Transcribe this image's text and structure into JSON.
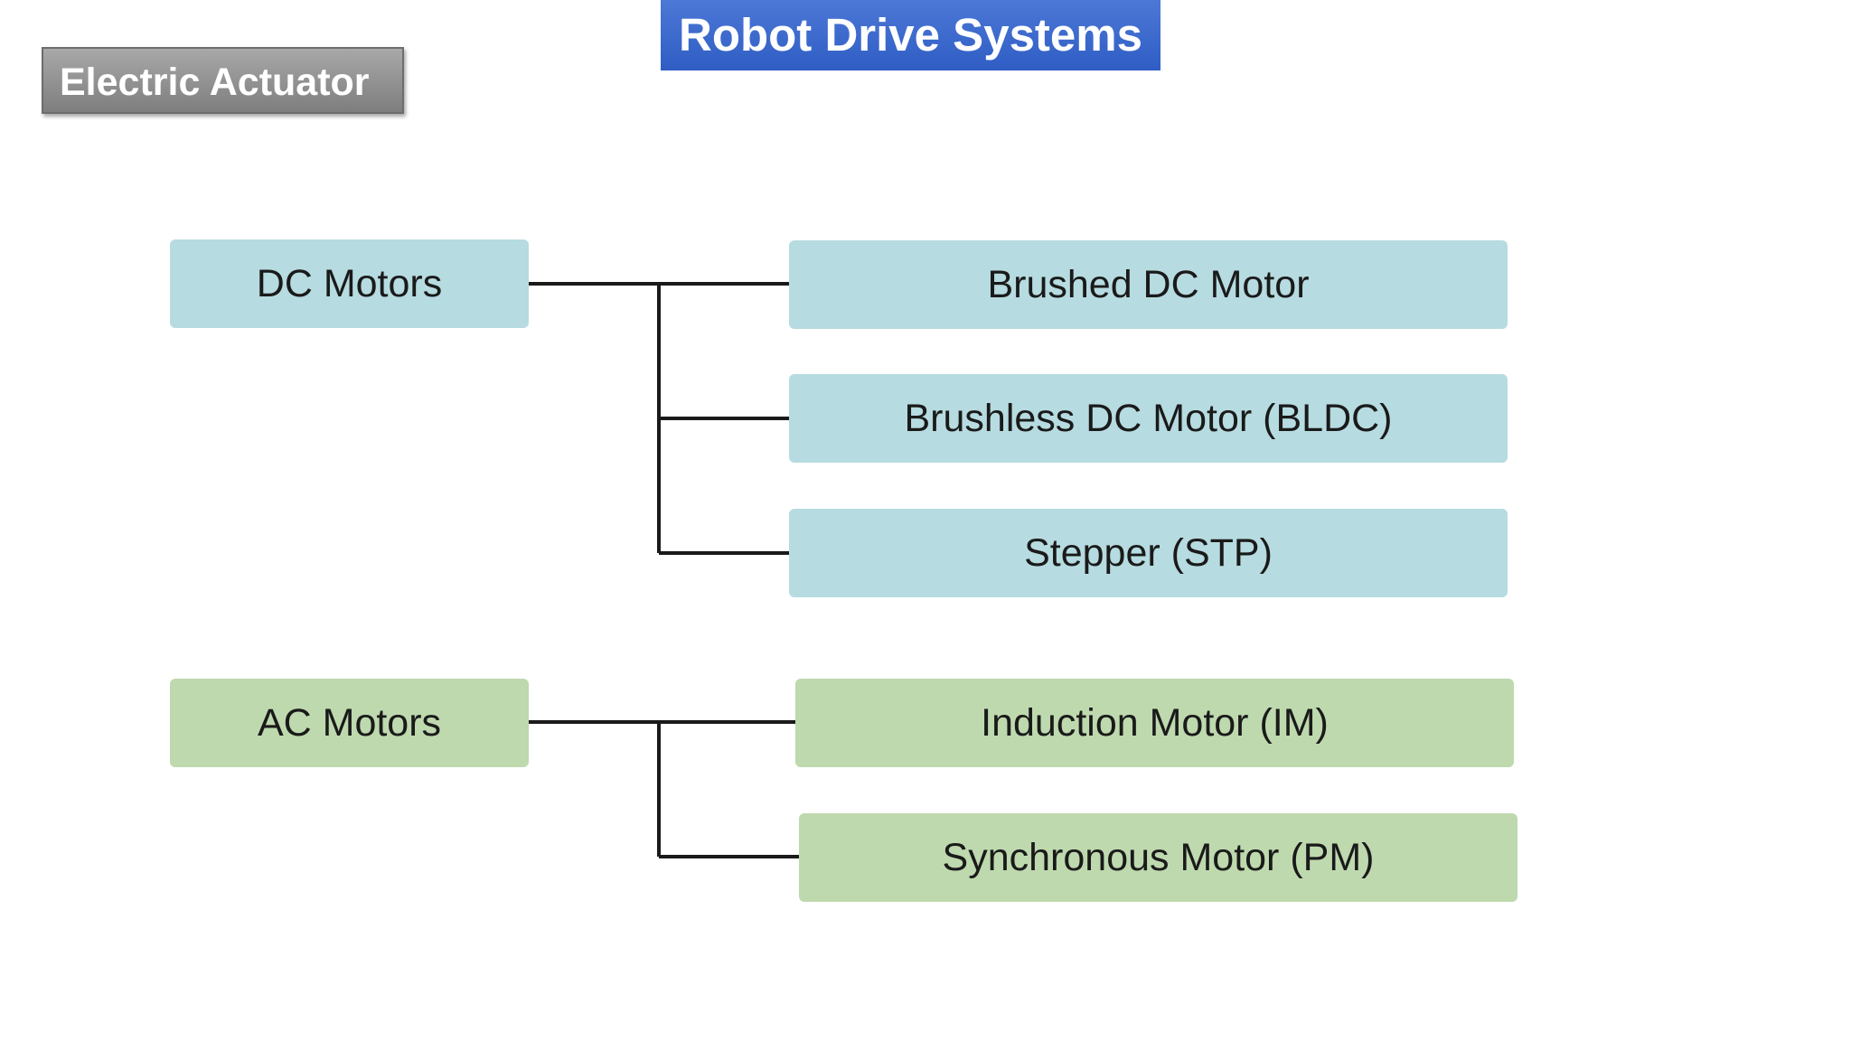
{
  "slide": {
    "title": "Robot Drive Systems",
    "section": "Electric Actuator"
  },
  "diagram": {
    "groups": [
      {
        "label": "DC Motors",
        "children": [
          "Brushed DC Motor",
          "Brushless DC Motor (BLDC)",
          "Stepper (STP)"
        ]
      },
      {
        "label": "AC Motors",
        "children": [
          "Induction Motor (IM)",
          "Synchronous Motor (PM)"
        ]
      }
    ]
  },
  "colors": {
    "title_banner": "#2f5dc4",
    "section_tag": "#8f8f8f",
    "dc_box": "#b6dbe0",
    "ac_box": "#bed9ae",
    "connector": "#1a1a1a"
  }
}
